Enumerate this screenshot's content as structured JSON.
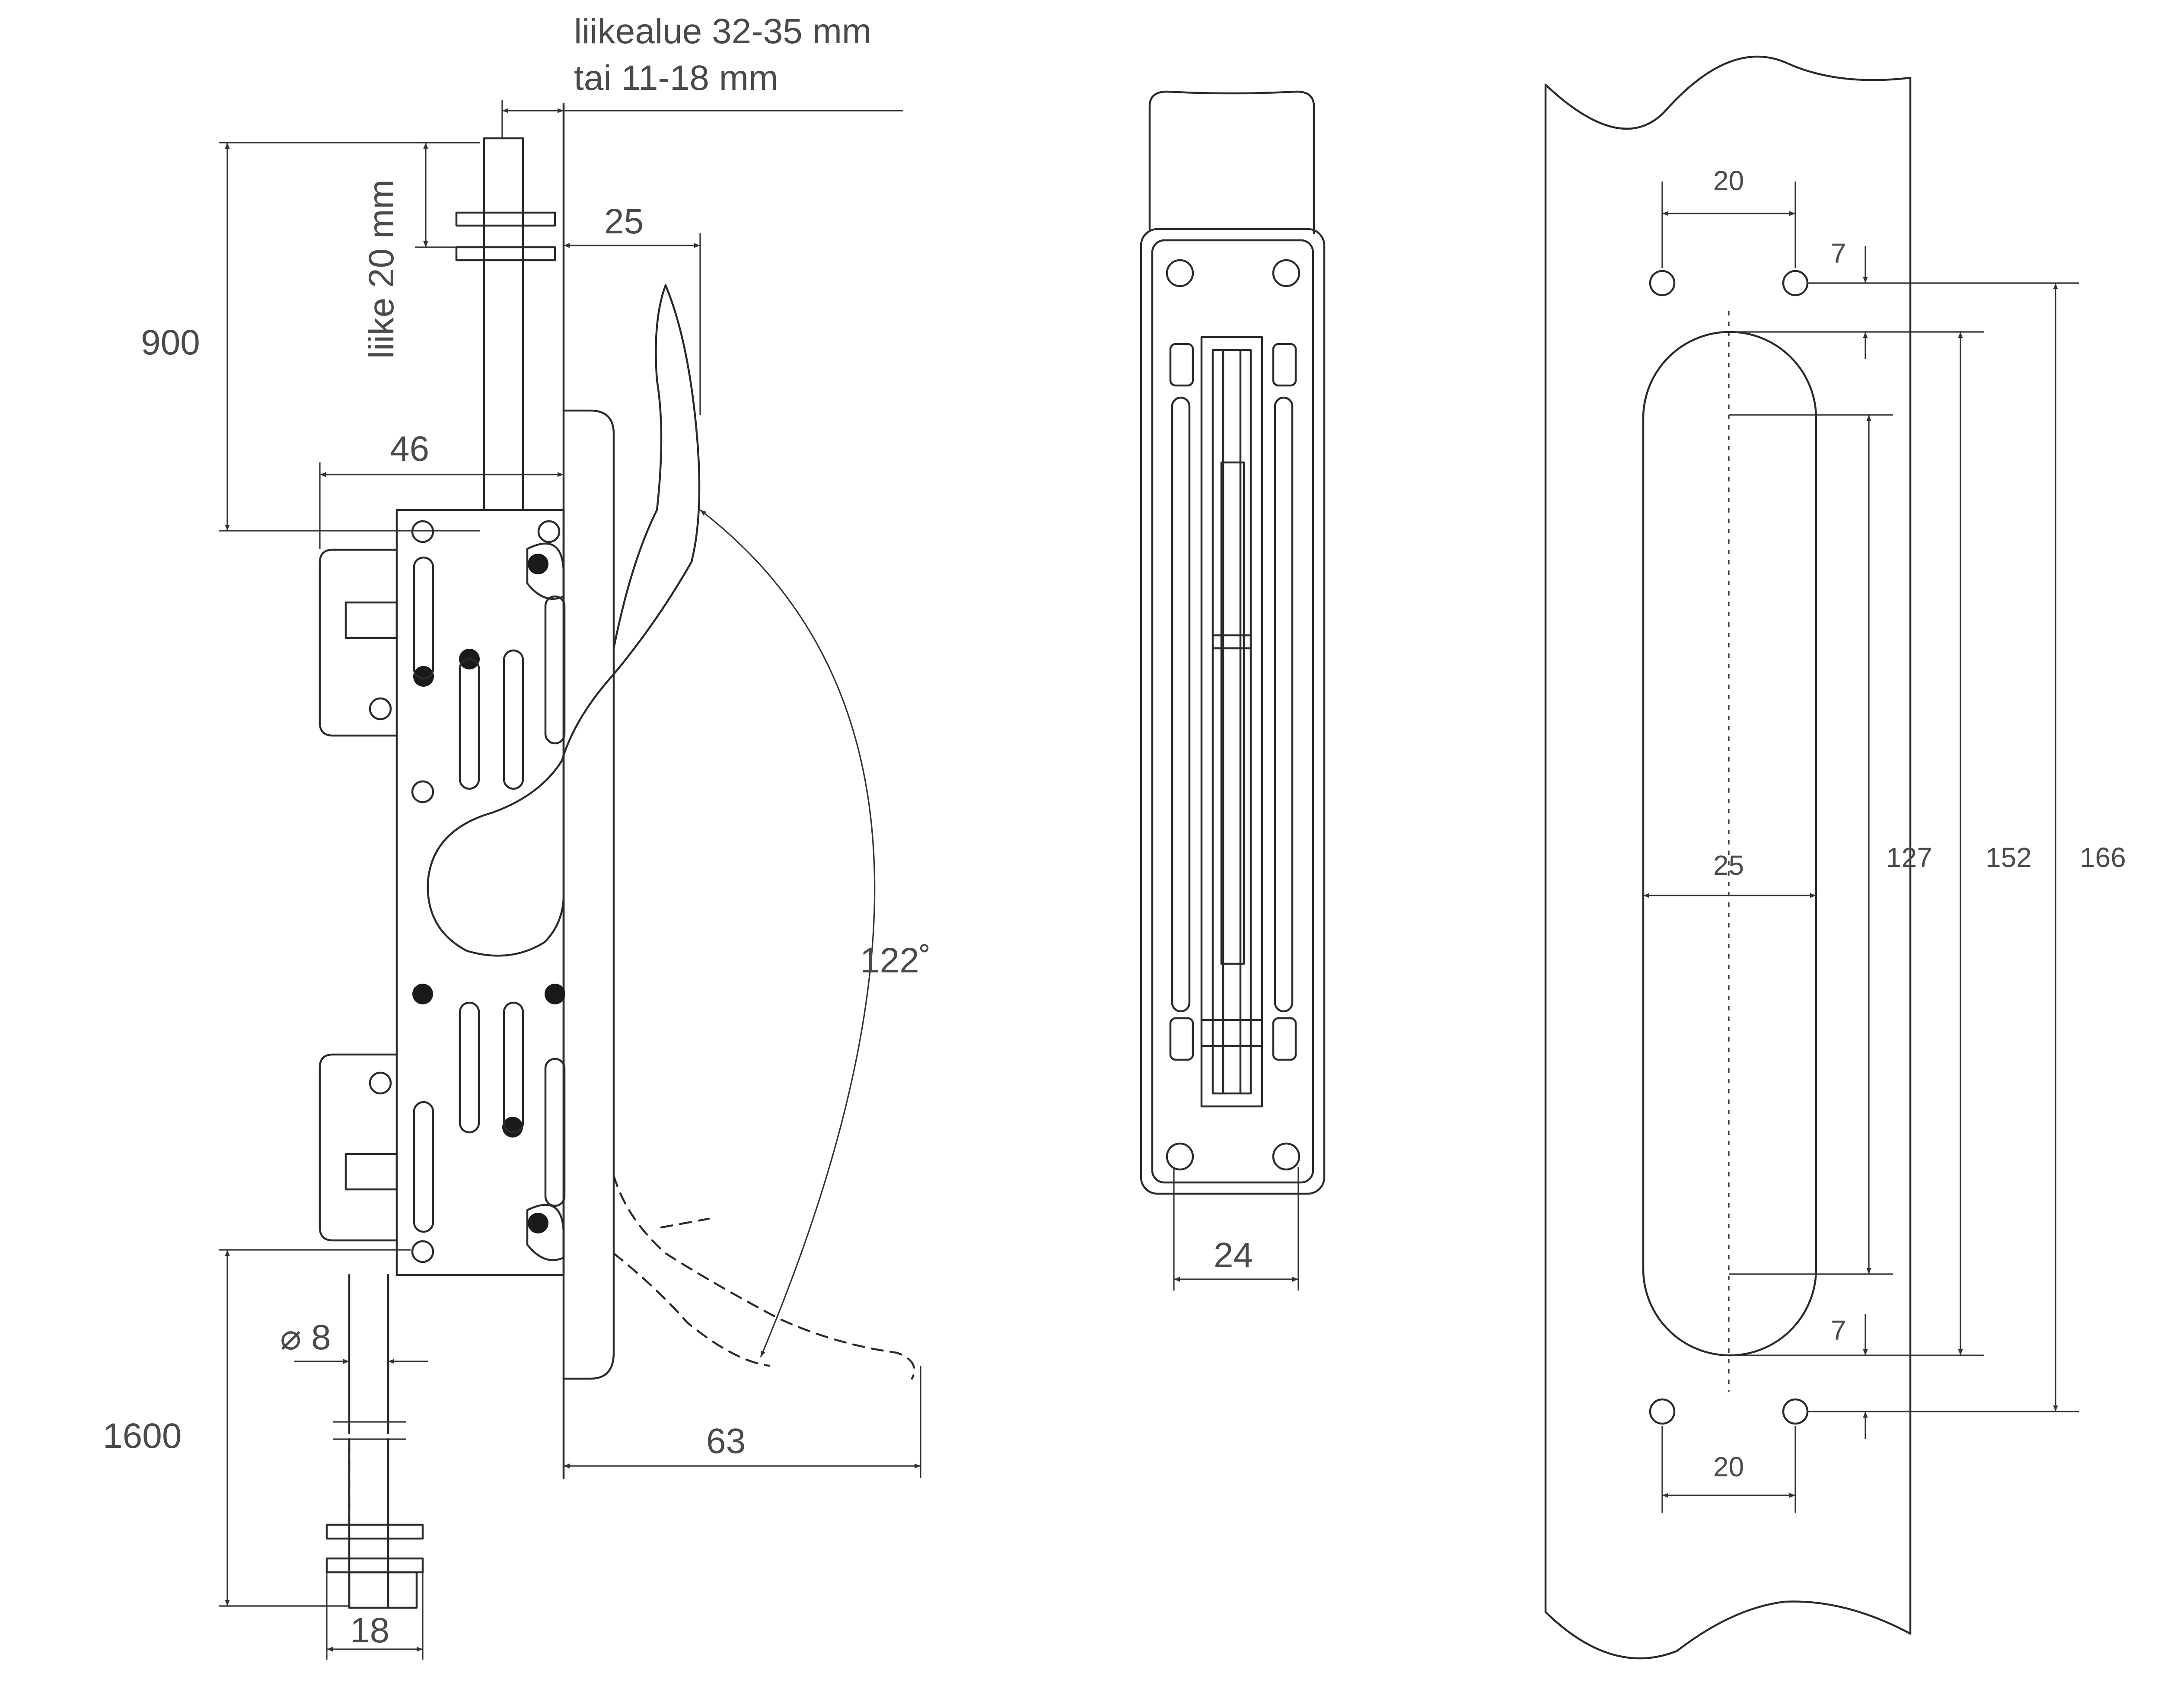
{
  "left_view": {
    "travel_label_line1": "liikealue 32-35 mm",
    "travel_label_line2": "tai 11-18 mm",
    "stroke_label": "liike 20 mm",
    "dim_top_rod": "900",
    "dim_bottom_rod": "1600",
    "dim_25": "25",
    "dim_46": "46",
    "dim_rod_diameter": "⌀ 8",
    "dim_18": "18",
    "dim_63": "63",
    "angle": "122˚"
  },
  "middle_view": {
    "dim_width": "24"
  },
  "right_view": {
    "dim_hole_spacing_top": "20",
    "dim_hole_spacing_bottom": "20",
    "dim_offset_top": "7",
    "dim_offset_bottom": "7",
    "dim_slot_width": "25",
    "dim_127": "127",
    "dim_152": "152",
    "dim_166": "166"
  },
  "colors": {
    "line": "#2a2a2a",
    "text": "#4a4a4a",
    "background": "#ffffff"
  }
}
